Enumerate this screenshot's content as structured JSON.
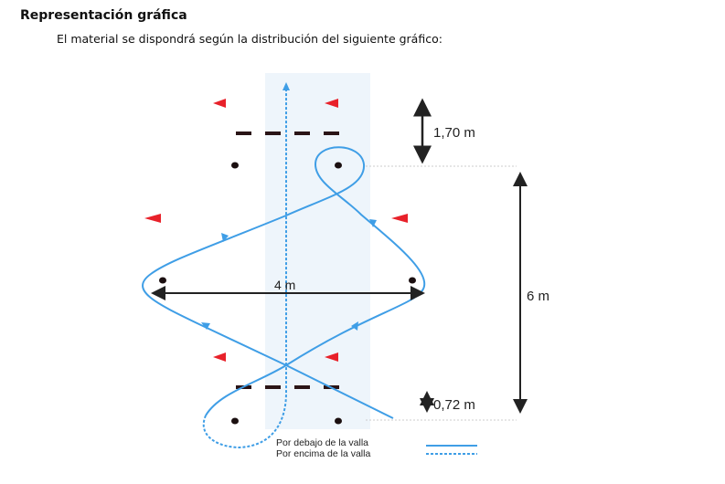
{
  "heading": "Representación gráfica",
  "subtitle": "El material se dispondrá según la distribución del siguiente gráfico:",
  "diagram": {
    "dimensions": {
      "top_gap": "1,70 m",
      "width": "4 m",
      "height": "6 m",
      "bottom_gap": "0,72 m"
    },
    "legend": {
      "below": "Por debajo de la valla",
      "above": "Por encima de la valla"
    },
    "colors": {
      "path": "#3f9ee6",
      "flag": "#e8212a",
      "hurdle": "#2a1416",
      "band": "#eef5fb"
    }
  }
}
